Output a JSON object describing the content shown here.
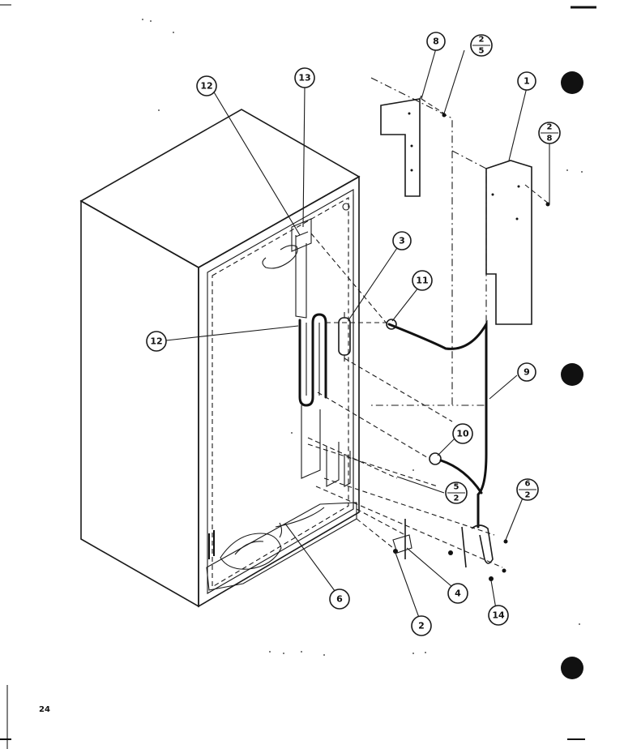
{
  "page_number": "24",
  "callouts": [
    {
      "id": "c1",
      "label": "1"
    },
    {
      "id": "c2",
      "label": "2"
    },
    {
      "id": "c3",
      "label": "3"
    },
    {
      "id": "c4",
      "label": "4"
    },
    {
      "id": "c6",
      "label": "6"
    },
    {
      "id": "c8",
      "label": "8"
    },
    {
      "id": "c9",
      "label": "9"
    },
    {
      "id": "c10",
      "label": "10"
    },
    {
      "id": "c11",
      "label": "11"
    },
    {
      "id": "c12a",
      "label": "12"
    },
    {
      "id": "c12b",
      "label": "12"
    },
    {
      "id": "c13",
      "label": "13"
    },
    {
      "id": "c14",
      "label": "14"
    }
  ],
  "fraction_callouts": [
    {
      "id": "f25",
      "numerator": "2",
      "denominator": "5"
    },
    {
      "id": "f28",
      "numerator": "2",
      "denominator": "8"
    },
    {
      "id": "f52",
      "numerator": "5",
      "denominator": "2"
    },
    {
      "id": "f62",
      "numerator": "6",
      "denominator": "2"
    }
  ]
}
